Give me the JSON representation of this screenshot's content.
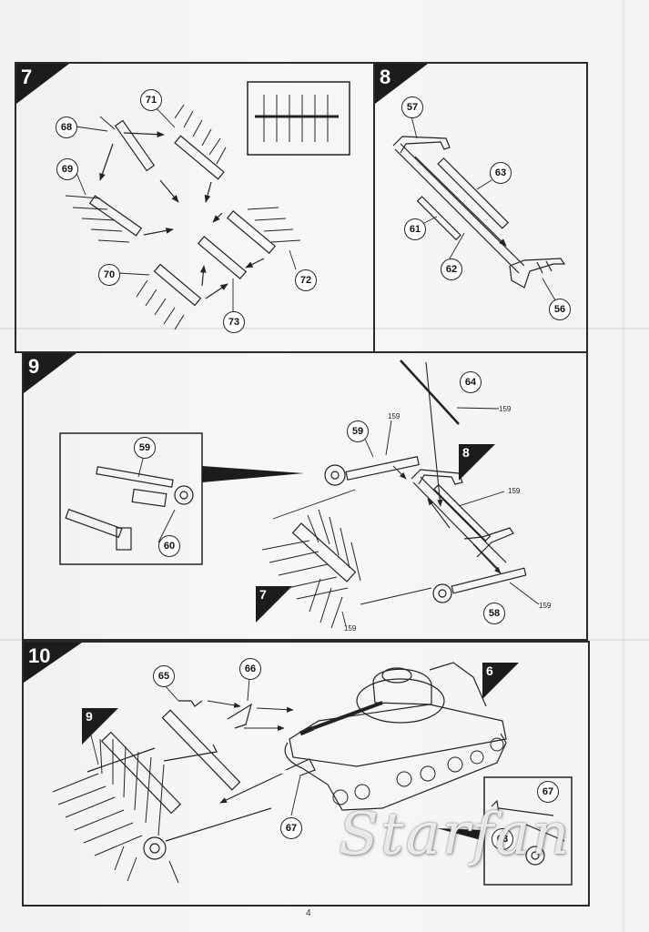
{
  "page": {
    "number": "4",
    "watermark": "Starfan"
  },
  "steps": [
    {
      "number": "7",
      "parts": [
        "71",
        "68",
        "69",
        "70",
        "72",
        "73"
      ]
    },
    {
      "number": "8",
      "parts": [
        "57",
        "63",
        "61",
        "62",
        "56"
      ]
    },
    {
      "number": "9",
      "parts": [
        "64",
        "59",
        "58",
        "60"
      ],
      "references": [
        "8",
        "7"
      ],
      "paint": [
        "159",
        "159",
        "159",
        "159",
        "159"
      ]
    },
    {
      "number": "10",
      "parts": [
        "65",
        "66",
        "67",
        "67",
        "63"
      ],
      "references": [
        "6",
        "9"
      ]
    }
  ]
}
